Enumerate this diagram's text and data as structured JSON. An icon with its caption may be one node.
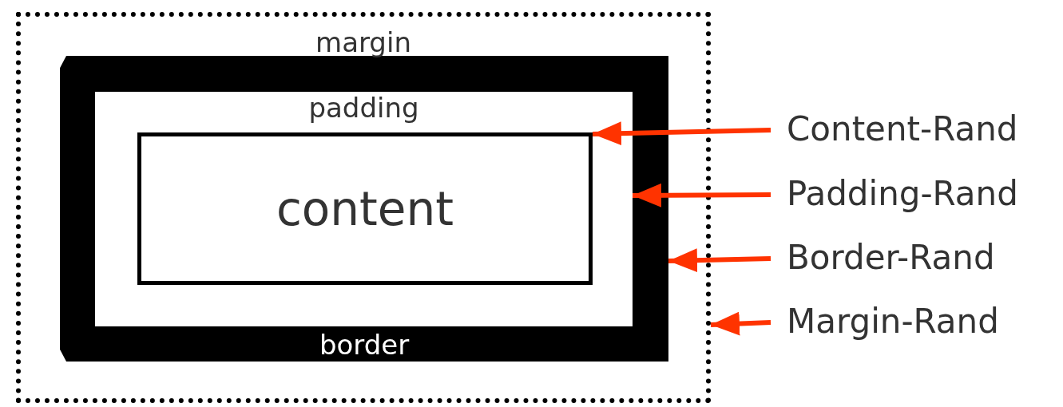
{
  "diagram": {
    "nodes": [
      {
        "text": [
          "margin"
        ]
      },
      {
        "text": [
          "border"
        ],
        "in": 0
      },
      {
        "text": [
          "padding"
        ],
        "in": 1
      },
      {
        "text": [
          "content"
        ],
        "in": 2
      },
      {
        "text": [
          "Content-Rand"
        ]
      },
      {
        "text": [
          "Padding-Rand"
        ]
      },
      {
        "text": [
          "Border-Rand"
        ]
      },
      {
        "text": [
          "Margin-Rand"
        ]
      }
    ],
    "edges": [
      {
        "from": 4,
        "to": 3,
        "arrow": "to"
      },
      {
        "from": 5,
        "to": 2,
        "arrow": "to"
      },
      {
        "from": 6,
        "to": 1,
        "arrow": "to"
      },
      {
        "from": 7,
        "to": 0,
        "arrow": "to"
      }
    ]
  }
}
